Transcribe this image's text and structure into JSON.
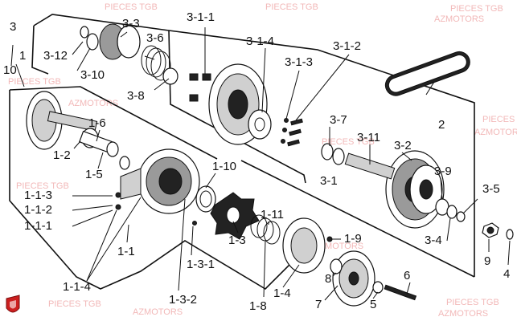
{
  "watermark": {
    "text_line1": "PIECES TGB",
    "text_line2": "AZMOTORS"
  },
  "labels": {
    "l_3": "3",
    "l_3_3": "3-3",
    "l_3_1_1": "3-1-1",
    "l_3_1_4": "3-1-4",
    "l_3_1_2": "3-1-2",
    "l_3_1_3": "3-1-3",
    "l_3_6": "3-6",
    "l_3_12": "3-12",
    "l_3_10": "3-10",
    "l_3_8": "3-8",
    "l_1": "1",
    "l_10": "10",
    "l_2": "2",
    "l_1_6": "1-6",
    "l_1_2": "1-2",
    "l_1_5": "1-5",
    "l_3_7": "3-7",
    "l_3_11": "3-11",
    "l_3_2": "3-2",
    "l_1_10": "1-10",
    "l_3_9": "3-9",
    "l_3_5": "3-5",
    "l_3_1": "3-1",
    "l_1_1_3": "1-1-3",
    "l_1_1_2": "1-1-2",
    "l_1_1_1": "1-1-1",
    "l_1_11": "1-11",
    "l_1_9": "1-9",
    "l_1_3": "1-3",
    "l_1_1": "1-1",
    "l_3_4": "3-4",
    "l_9": "9",
    "l_4": "4",
    "l_1_3_1": "1-3-1",
    "l_8": "8",
    "l_6": "6",
    "l_1_1_4": "1-1-4",
    "l_1_4": "1-4",
    "l_1_3_2": "1-3-2",
    "l_1_8": "1-8",
    "l_7": "7",
    "l_5": "5"
  },
  "icons": {
    "brand_logo": "tgb-shield-logo"
  },
  "colors": {
    "ink": "#111111",
    "watermark": "#f2b8b8",
    "logo_red": "#cc1f1f"
  }
}
